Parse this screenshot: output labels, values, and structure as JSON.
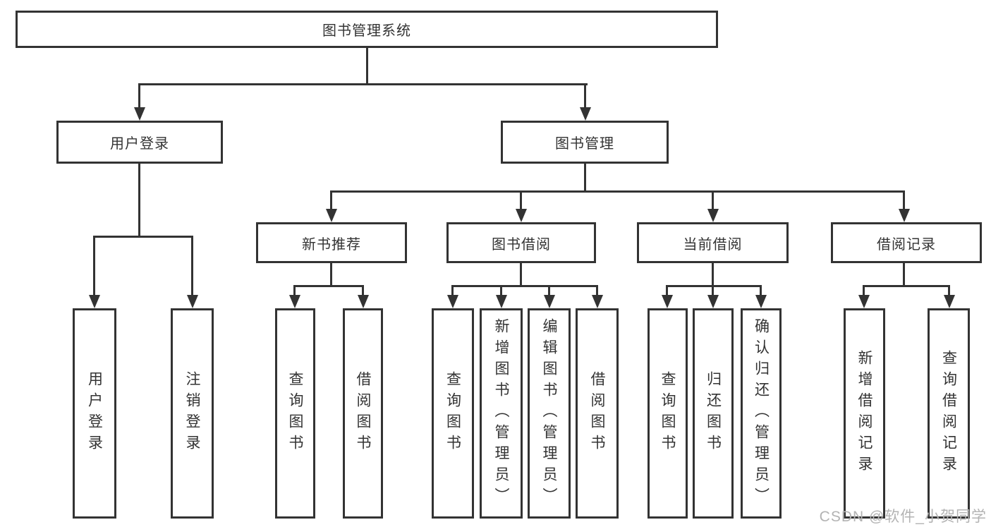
{
  "watermark": "CSDN @软件_小贺同学",
  "colors": {
    "line": "#333333",
    "text": "#333333",
    "background": "#ffffff",
    "watermark": "#b3b3b3"
  },
  "diagram": {
    "type": "hierarchy-tree",
    "root": {
      "label": "图书管理系统"
    },
    "branches": [
      {
        "label": "用户登录",
        "children": [
          {
            "label": "用户登录"
          },
          {
            "label": "注销登录"
          }
        ]
      },
      {
        "label": "图书管理",
        "children": [
          {
            "label": "新书推荐",
            "children": [
              {
                "label": "查询图书"
              },
              {
                "label": "借阅图书"
              }
            ]
          },
          {
            "label": "图书借阅",
            "children": [
              {
                "label": "查询图书"
              },
              {
                "label": "新增图书（管理员）"
              },
              {
                "label": "编辑图书（管理员）"
              },
              {
                "label": "借阅图书"
              }
            ]
          },
          {
            "label": "当前借阅",
            "children": [
              {
                "label": "查询图书"
              },
              {
                "label": "归还图书"
              },
              {
                "label": "确认归还（管理员）"
              }
            ]
          },
          {
            "label": "借阅记录",
            "children": [
              {
                "label": "新增借阅记录"
              },
              {
                "label": "查询借阅记录"
              }
            ]
          }
        ]
      }
    ]
  }
}
